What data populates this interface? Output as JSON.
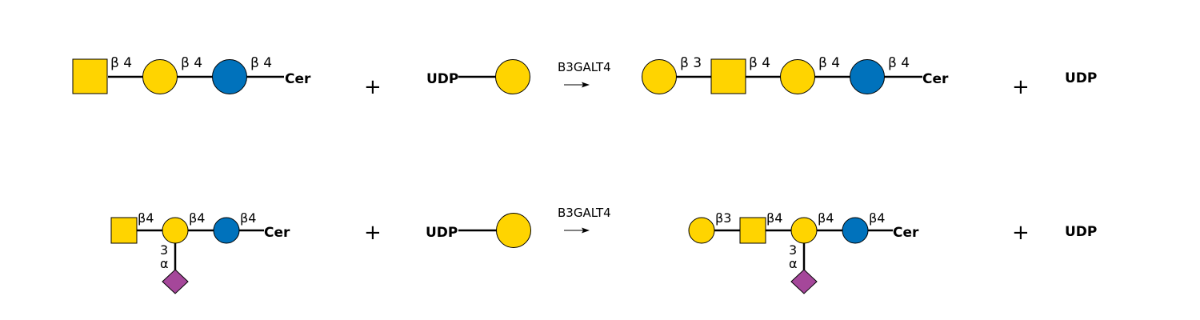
{
  "enzyme": "B3GALT4",
  "aglycone": "Cer",
  "donor": "UDP",
  "product_byproduct": "UDP",
  "plus": "+",
  "links": {
    "b4": "β 4",
    "b3": "β 3",
    "b4_tight": "β4",
    "b3_tight": "β3",
    "a_pos": "3",
    "a_anomer": "α"
  },
  "colors": {
    "galactose": "#FFD400",
    "glucose": "#0072BC",
    "galnac": "#FFD400",
    "sialic_acid": "#A5479A"
  },
  "icons": {
    "galactose": "yellow-circle",
    "glucose": "blue-circle",
    "galnac": "yellow-square",
    "sialic_acid": "purple-diamond"
  }
}
